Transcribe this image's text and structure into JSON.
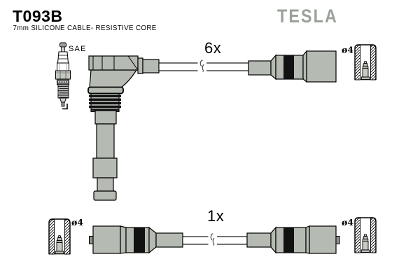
{
  "header": {
    "product_code": "T093B",
    "product_description": "7mm SILICONE CABLE- RESISTIVE CORE",
    "brand_logo": "TESLA"
  },
  "diagram": {
    "spark_plug_standard_label": "SAE",
    "plug_wire_quantity_label": "6x",
    "coil_wire_quantity_label": "1x",
    "terminal_labels": {
      "top_right": "ø4",
      "bottom_left": "ø4",
      "bottom_right": "ø4"
    }
  },
  "icons": {
    "spark_plug": "spark-plug-icon",
    "terminal_cap": "terminal-cap-icon (hatched cross-section cap with inner terminal)",
    "cable_break": "cable-break-icon (S-shaped interruption marks)",
    "elbow_boot": "angled-plug-boot-icon",
    "straight_connector": "straight-connector-icon"
  },
  "colors": {
    "background": "#ffffff",
    "body_fill": "#b5bbb2",
    "outline": "#000000",
    "brand_gray": "#9aa19a",
    "band_black": "#111111",
    "metal_gray": "#8b908a"
  }
}
